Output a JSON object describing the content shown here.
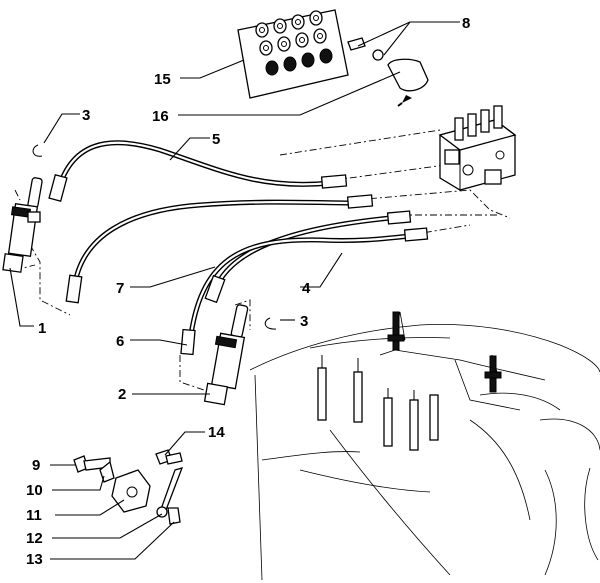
{
  "diagram": {
    "callouts": [
      {
        "id": "c1",
        "text": "1"
      },
      {
        "id": "c2",
        "text": "2"
      },
      {
        "id": "c3a",
        "text": "3"
      },
      {
        "id": "c3b",
        "text": "3"
      },
      {
        "id": "c4",
        "text": "4"
      },
      {
        "id": "c5",
        "text": "5"
      },
      {
        "id": "c6",
        "text": "6"
      },
      {
        "id": "c7",
        "text": "7"
      },
      {
        "id": "c8",
        "text": "8"
      },
      {
        "id": "c9",
        "text": "9"
      },
      {
        "id": "c10",
        "text": "10"
      },
      {
        "id": "c11",
        "text": "11"
      },
      {
        "id": "c12",
        "text": "12"
      },
      {
        "id": "c13",
        "text": "13"
      },
      {
        "id": "c14",
        "text": "14"
      },
      {
        "id": "c15",
        "text": "15"
      },
      {
        "id": "c16",
        "text": "16"
      }
    ]
  }
}
